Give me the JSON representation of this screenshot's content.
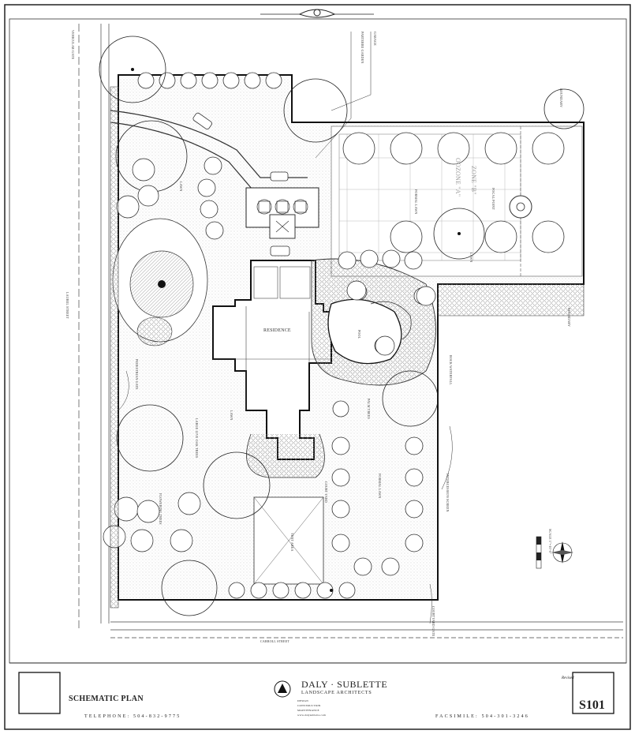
{
  "title_block": {
    "drawing_title": "SCHEMATIC PLAN",
    "firm_name": "DALY · SUBLETTE",
    "firm_subtitle": "LANDSCAPE ARCHITECTS",
    "services": [
      "DESIGN",
      "CONSTRUCTION",
      "MAINTENANCE",
      "www.dalysublette.com"
    ],
    "telephone": "TELEPHONE: 504-832-9775",
    "facsimile": "FACSIMILE: 504-301-3246",
    "revised_label": "Revised",
    "sheet_number": "S101"
  },
  "plan_labels": {
    "residence": "RESIDENCE",
    "lawn": "LAWN",
    "formal_lawn": "FORMAL LAWN",
    "pool": "POOL",
    "tent_area": "TENT AREA",
    "court_yard": "COURT YARD",
    "palm_trees": "PALM TREES",
    "pedestrian_gate": "PEDESTRIAN GATE",
    "vehicular_gate": "VEHICULAR GATE",
    "courtyard_gate": "COURTYARD GATE",
    "intercession_screen": "INTERCESSION SCREEN",
    "large_live_oak": "LARGE LIVE OAK TREES",
    "flowering_trees": "FLOWERING TREES",
    "rock_waterfall": "ROCK WATERFALL",
    "focal_point": "FOCAL POINT",
    "parterre": "PARTERRE GARDEN",
    "garage": "GARAGE",
    "carrol_street": "CARROLL STREET",
    "laurel_street": "LAUREL STREET",
    "boundary_top": "BOUNDARY",
    "boundary_right": "BOUNDARY",
    "scale": "SCALE 1\"=10'-0\"",
    "zone_a": "OOZONE \"A\"",
    "zone_b": "ZONE \"B\""
  },
  "colors": {
    "ink": "#222222",
    "paper": "#ffffff",
    "hatch": "#555555"
  }
}
